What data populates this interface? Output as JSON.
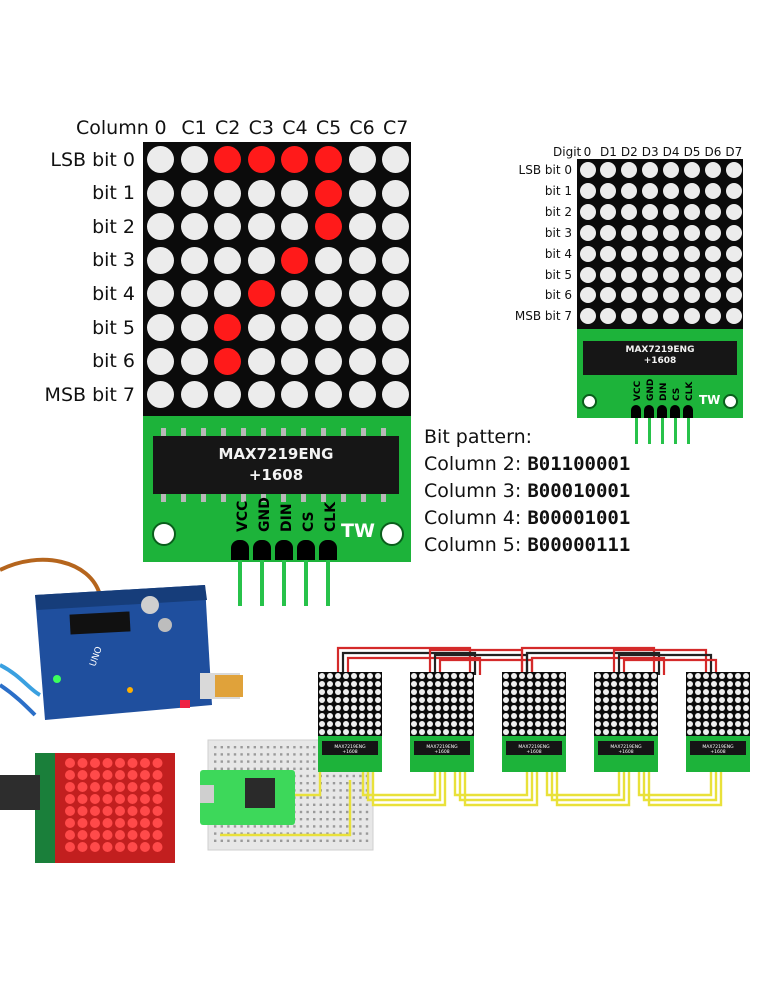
{
  "big_matrix": {
    "column_header_prefix": "Column",
    "columns": [
      "0",
      "C1",
      "C2",
      "C3",
      "C4",
      "C5",
      "C6",
      "C7"
    ],
    "rows": [
      "LSB bit 0",
      "bit 1",
      "bit 2",
      "bit 3",
      "bit 4",
      "bit 5",
      "bit 6",
      "MSB bit 7"
    ],
    "lit": [
      [
        0,
        2
      ],
      [
        0,
        3
      ],
      [
        0,
        4
      ],
      [
        0,
        5
      ],
      [
        1,
        5
      ],
      [
        2,
        5
      ],
      [
        3,
        4
      ],
      [
        4,
        3
      ],
      [
        5,
        2
      ],
      [
        6,
        2
      ]
    ],
    "chip_line1": "MAX7219ENG",
    "chip_line2": "+1608",
    "pins": [
      "VCC",
      "GND",
      "DIN",
      "CS",
      "CLK"
    ],
    "logo": "TW"
  },
  "small_matrix": {
    "column_header_prefix": "Digit",
    "columns": [
      "0",
      "D1",
      "D2",
      "D3",
      "D4",
      "D5",
      "D6",
      "D7"
    ],
    "rows": [
      "LSB bit 0",
      "bit 1",
      "bit 2",
      "bit 3",
      "bit 4",
      "bit 5",
      "bit 6",
      "MSB bit 7"
    ],
    "chip_line1": "MAX7219ENG",
    "chip_line2": "+1608",
    "pins": [
      "VCC",
      "GND",
      "DIN",
      "CS",
      "CLK"
    ],
    "logo": "TW"
  },
  "bit_pattern": {
    "title": "Bit pattern:",
    "lines": [
      {
        "label": "Column 2:",
        "value": "B01100001"
      },
      {
        "label": "Column 3:",
        "value": "B00010001"
      },
      {
        "label": "Column 4:",
        "value": "B00001001"
      },
      {
        "label": "Column 5:",
        "value": "B00000111"
      }
    ]
  },
  "photo": {
    "board_label": "UNO",
    "chain_chip_line1": "MAX7219ENG",
    "chain_chip_line2": "+1608",
    "chain_count": 5
  },
  "colors": {
    "pcb": "#1db33a",
    "led_on": "#ff1a1a",
    "led_off": "#ececec",
    "wire_red": "#d42a2a",
    "wire_yellow": "#e9e13a",
    "wire_black": "#222222"
  }
}
